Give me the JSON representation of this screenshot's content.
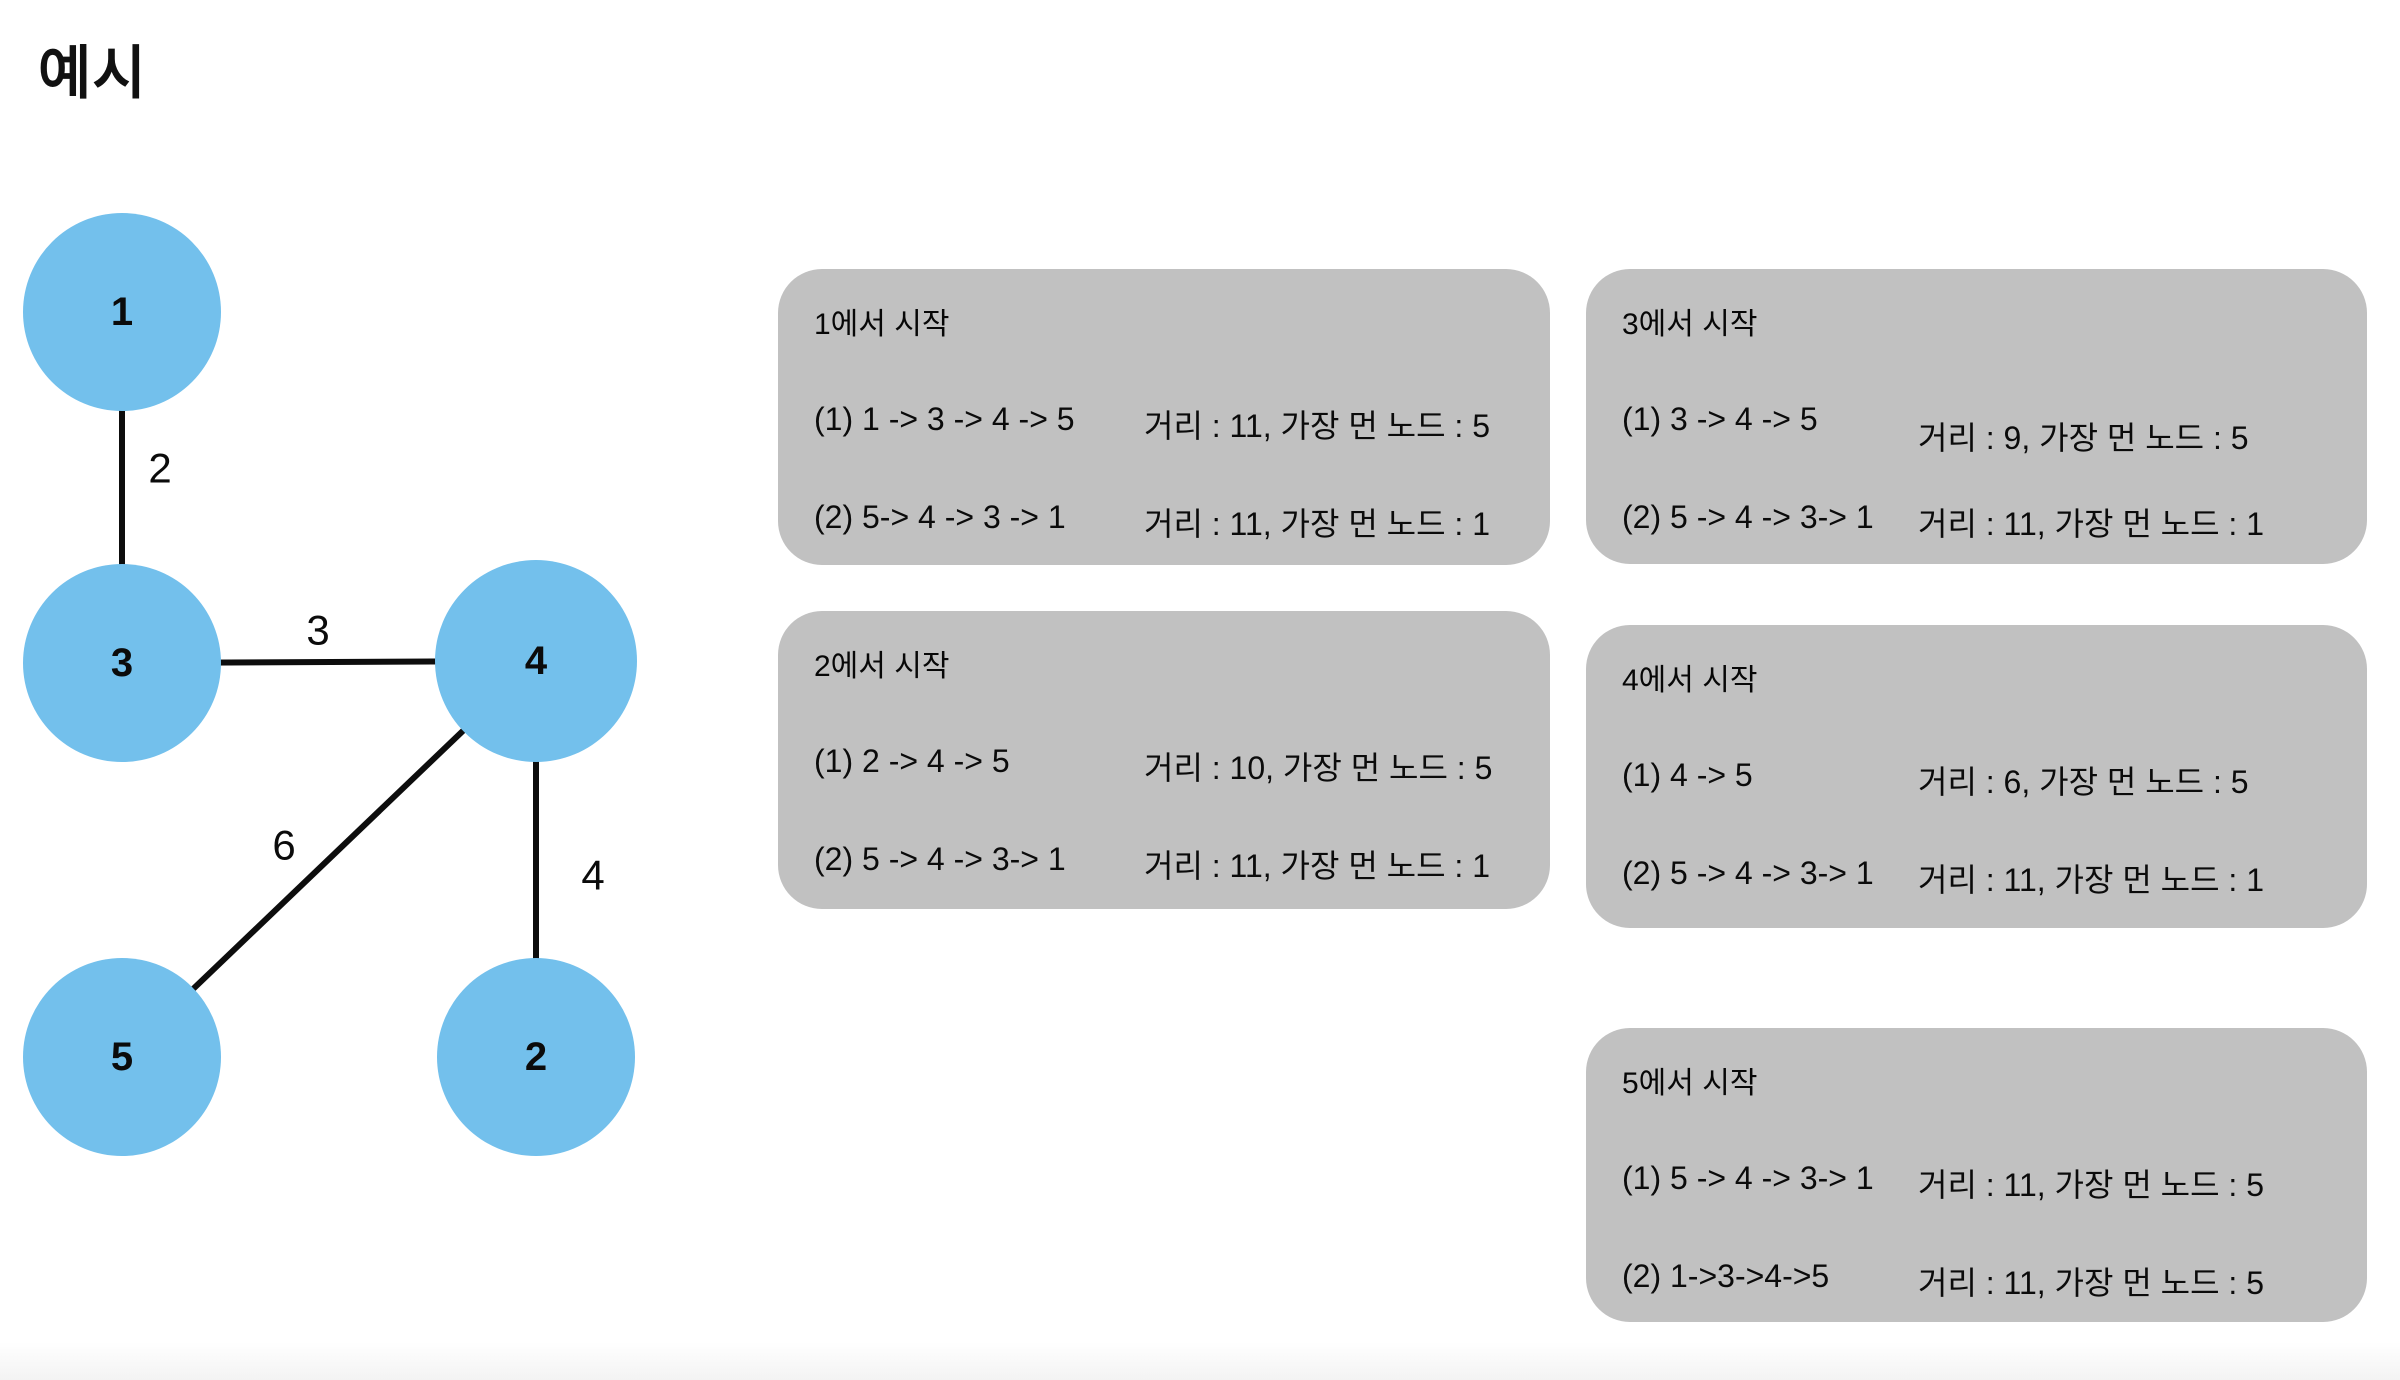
{
  "page": {
    "title": "예시"
  },
  "graph": {
    "node_fill": "#73C0EC",
    "edge_color": "#0d0d0d",
    "nodes": [
      {
        "label": "1"
      },
      {
        "label": "3"
      },
      {
        "label": "4"
      },
      {
        "label": "5"
      },
      {
        "label": "2"
      }
    ],
    "edges": [
      {
        "from": "1",
        "to": "3",
        "weight": "2"
      },
      {
        "from": "3",
        "to": "4",
        "weight": "3"
      },
      {
        "from": "4",
        "to": "5",
        "weight": "6"
      },
      {
        "from": "4",
        "to": "2",
        "weight": "4"
      }
    ]
  },
  "panels": [
    {
      "title": "1에서 시작",
      "rows": [
        {
          "path": "(1) 1 -> 3 -> 4 -> 5",
          "result": "거리 : 11, 가장 먼 노드 : 5"
        },
        {
          "path": "(2) 5-> 4 -> 3 -> 1",
          "result": "거리 : 11, 가장 먼 노드 : 1"
        }
      ]
    },
    {
      "title": "2에서 시작",
      "rows": [
        {
          "path": "(1) 2 -> 4 -> 5",
          "result": "거리 : 10, 가장 먼 노드 : 5"
        },
        {
          "path": "(2) 5 -> 4 -> 3-> 1",
          "result": "거리 : 11, 가장 먼 노드 : 1"
        }
      ]
    },
    {
      "title": "3에서 시작",
      "rows": [
        {
          "path": "(1) 3 -> 4 -> 5",
          "result": "거리 : 9, 가장 먼 노드 : 5"
        },
        {
          "path": "(2) 5 -> 4 -> 3-> 1",
          "result": "거리 : 11, 가장 먼 노드 : 1"
        }
      ]
    },
    {
      "title": "4에서 시작",
      "rows": [
        {
          "path": "(1) 4 -> 5",
          "result": "거리 : 6, 가장 먼 노드 : 5"
        },
        {
          "path": "(2) 5 -> 4 -> 3-> 1",
          "result": "거리 : 11, 가장 먼 노드 : 1"
        }
      ]
    },
    {
      "title": "5에서 시작",
      "rows": [
        {
          "path": "(1) 5 -> 4 -> 3-> 1",
          "result": "거리 : 11, 가장 먼 노드 : 5"
        },
        {
          "path": "(2) 1->3->4->5",
          "result": "거리 : 11, 가장 먼 노드 : 5"
        }
      ]
    }
  ]
}
